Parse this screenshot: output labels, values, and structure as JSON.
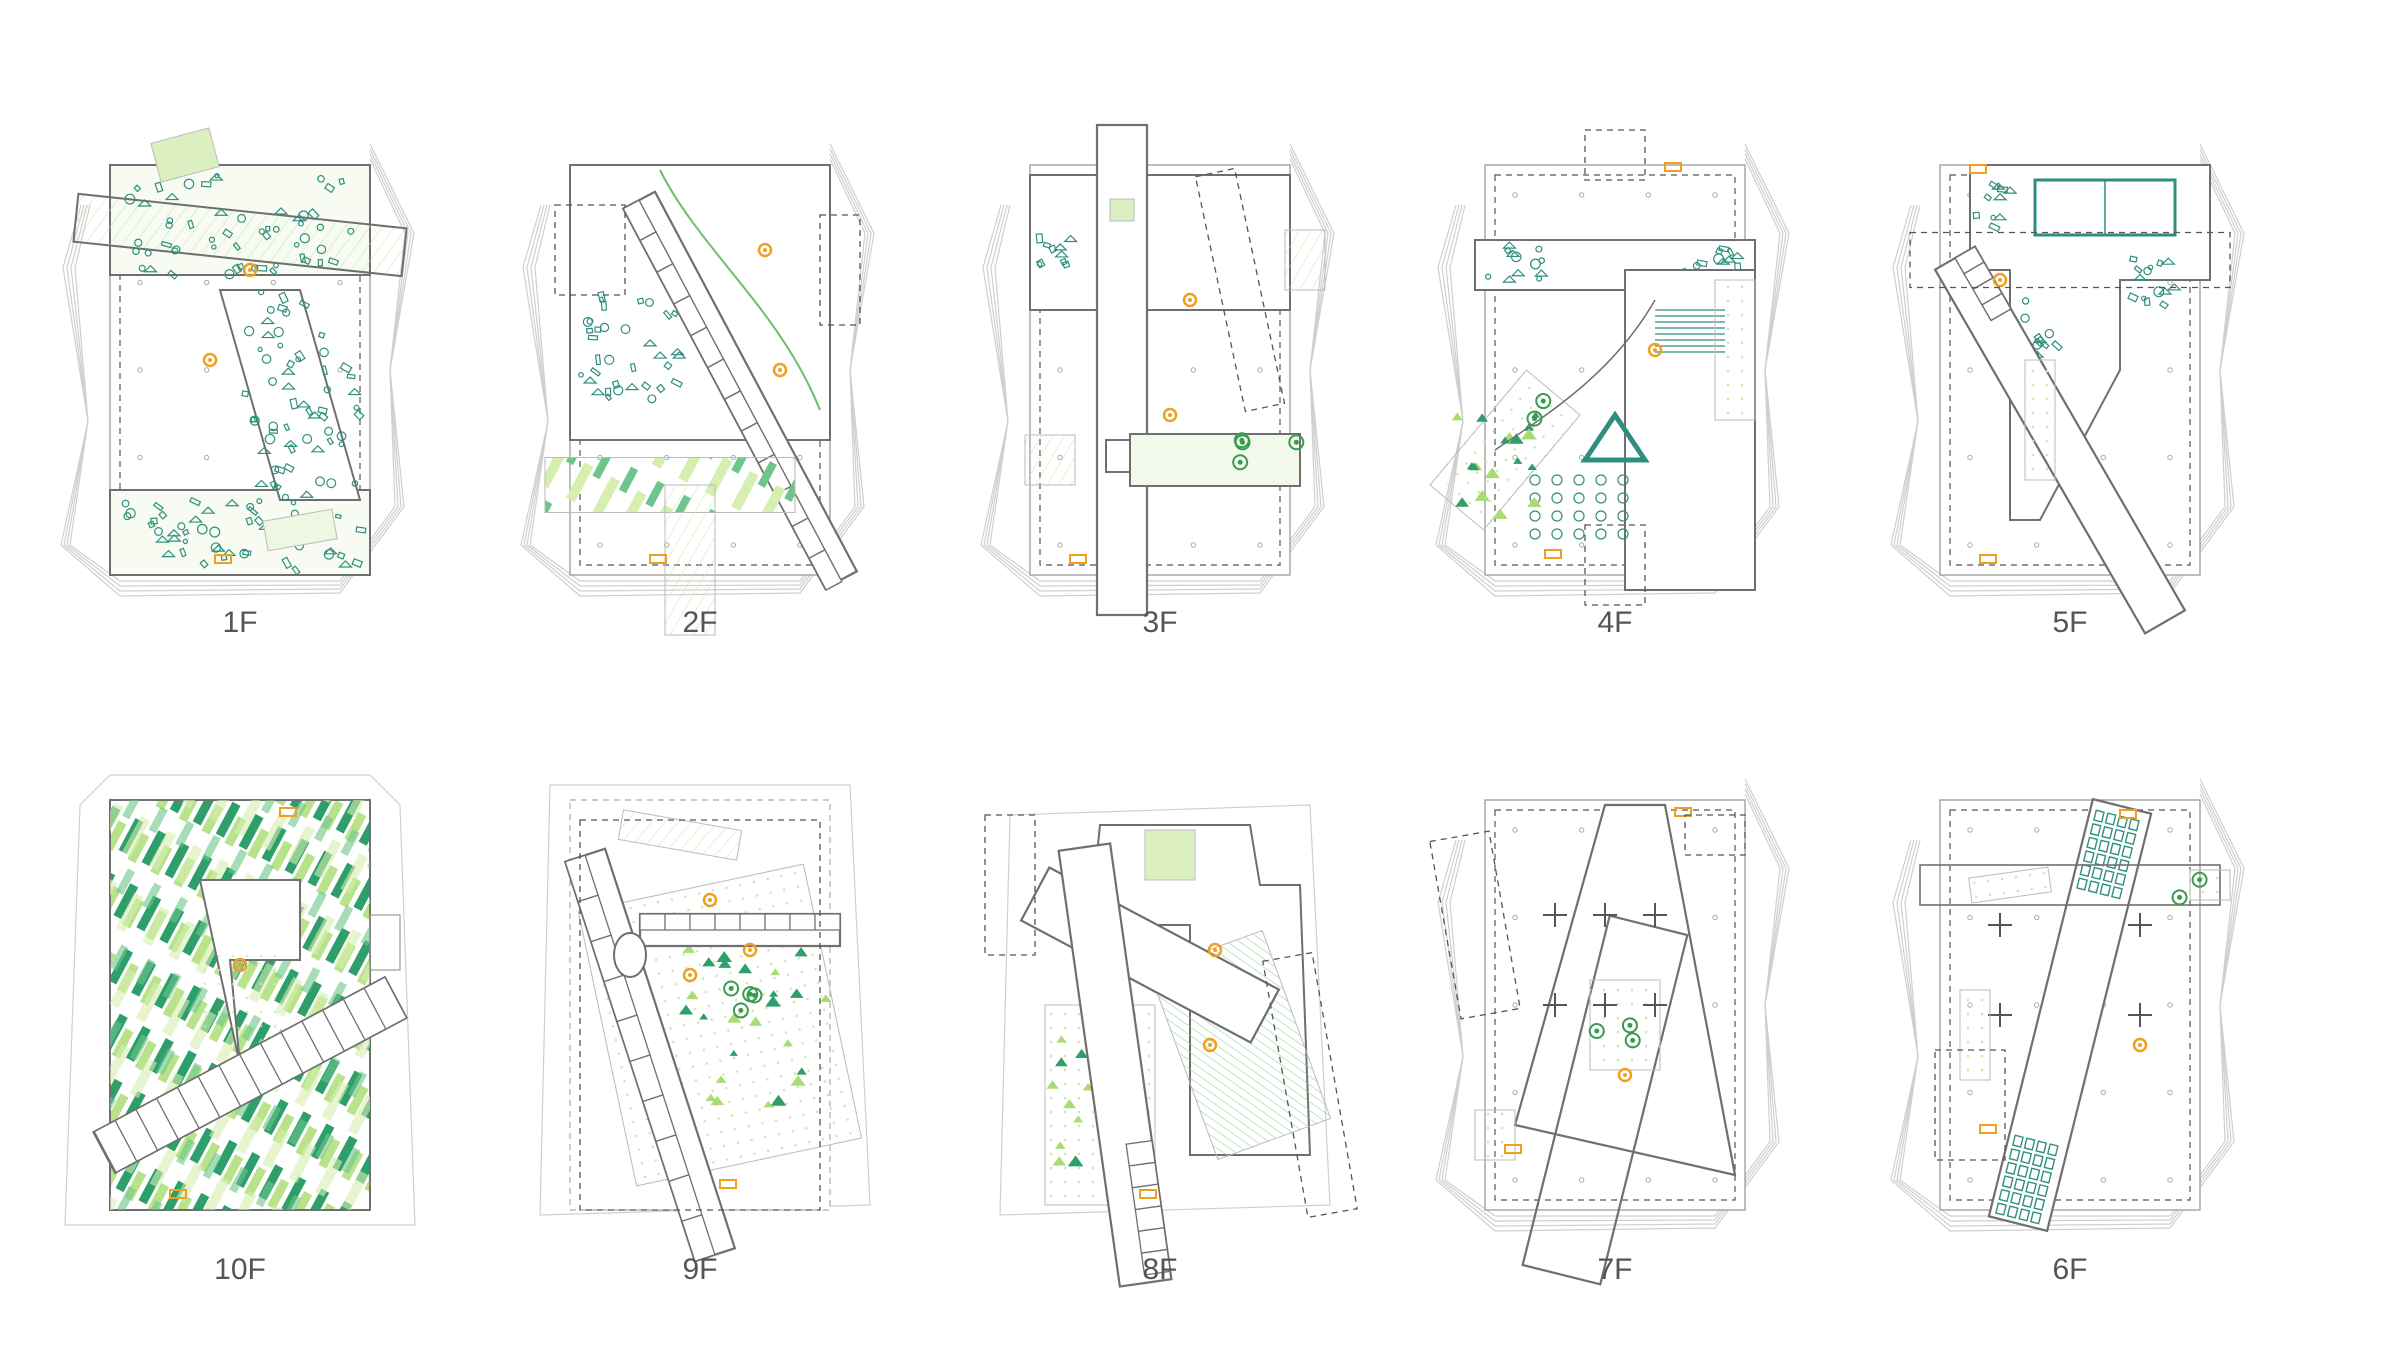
{
  "palette": {
    "wall": "#6f6f6f",
    "light_line": "#cfcfcf",
    "dash": "#555555",
    "teal": "#2f8f7f",
    "green_light": "#dcefc0",
    "green_mid": "#a9dc72",
    "green_dark": "#2e9e6a",
    "orange": "#f0a020"
  },
  "floors": [
    {
      "label": "1F",
      "row": 0,
      "col": 0,
      "variant": "furniture"
    },
    {
      "label": "2F",
      "row": 0,
      "col": 1,
      "variant": "diagonal-bar"
    },
    {
      "label": "3F",
      "row": 0,
      "col": 2,
      "variant": "vertical-core"
    },
    {
      "label": "4F",
      "row": 0,
      "col": 3,
      "variant": "cross"
    },
    {
      "label": "5F",
      "row": 0,
      "col": 4,
      "variant": "pool"
    },
    {
      "label": "10F",
      "row": 1,
      "col": 0,
      "variant": "roof-garden"
    },
    {
      "label": "9F",
      "row": 1,
      "col": 1,
      "variant": "garden-bars"
    },
    {
      "label": "8F",
      "row": 1,
      "col": 2,
      "variant": "crossing"
    },
    {
      "label": "7F",
      "row": 1,
      "col": 3,
      "variant": "triangle"
    },
    {
      "label": "6F",
      "row": 1,
      "col": 4,
      "variant": "diagonal-tower"
    }
  ]
}
